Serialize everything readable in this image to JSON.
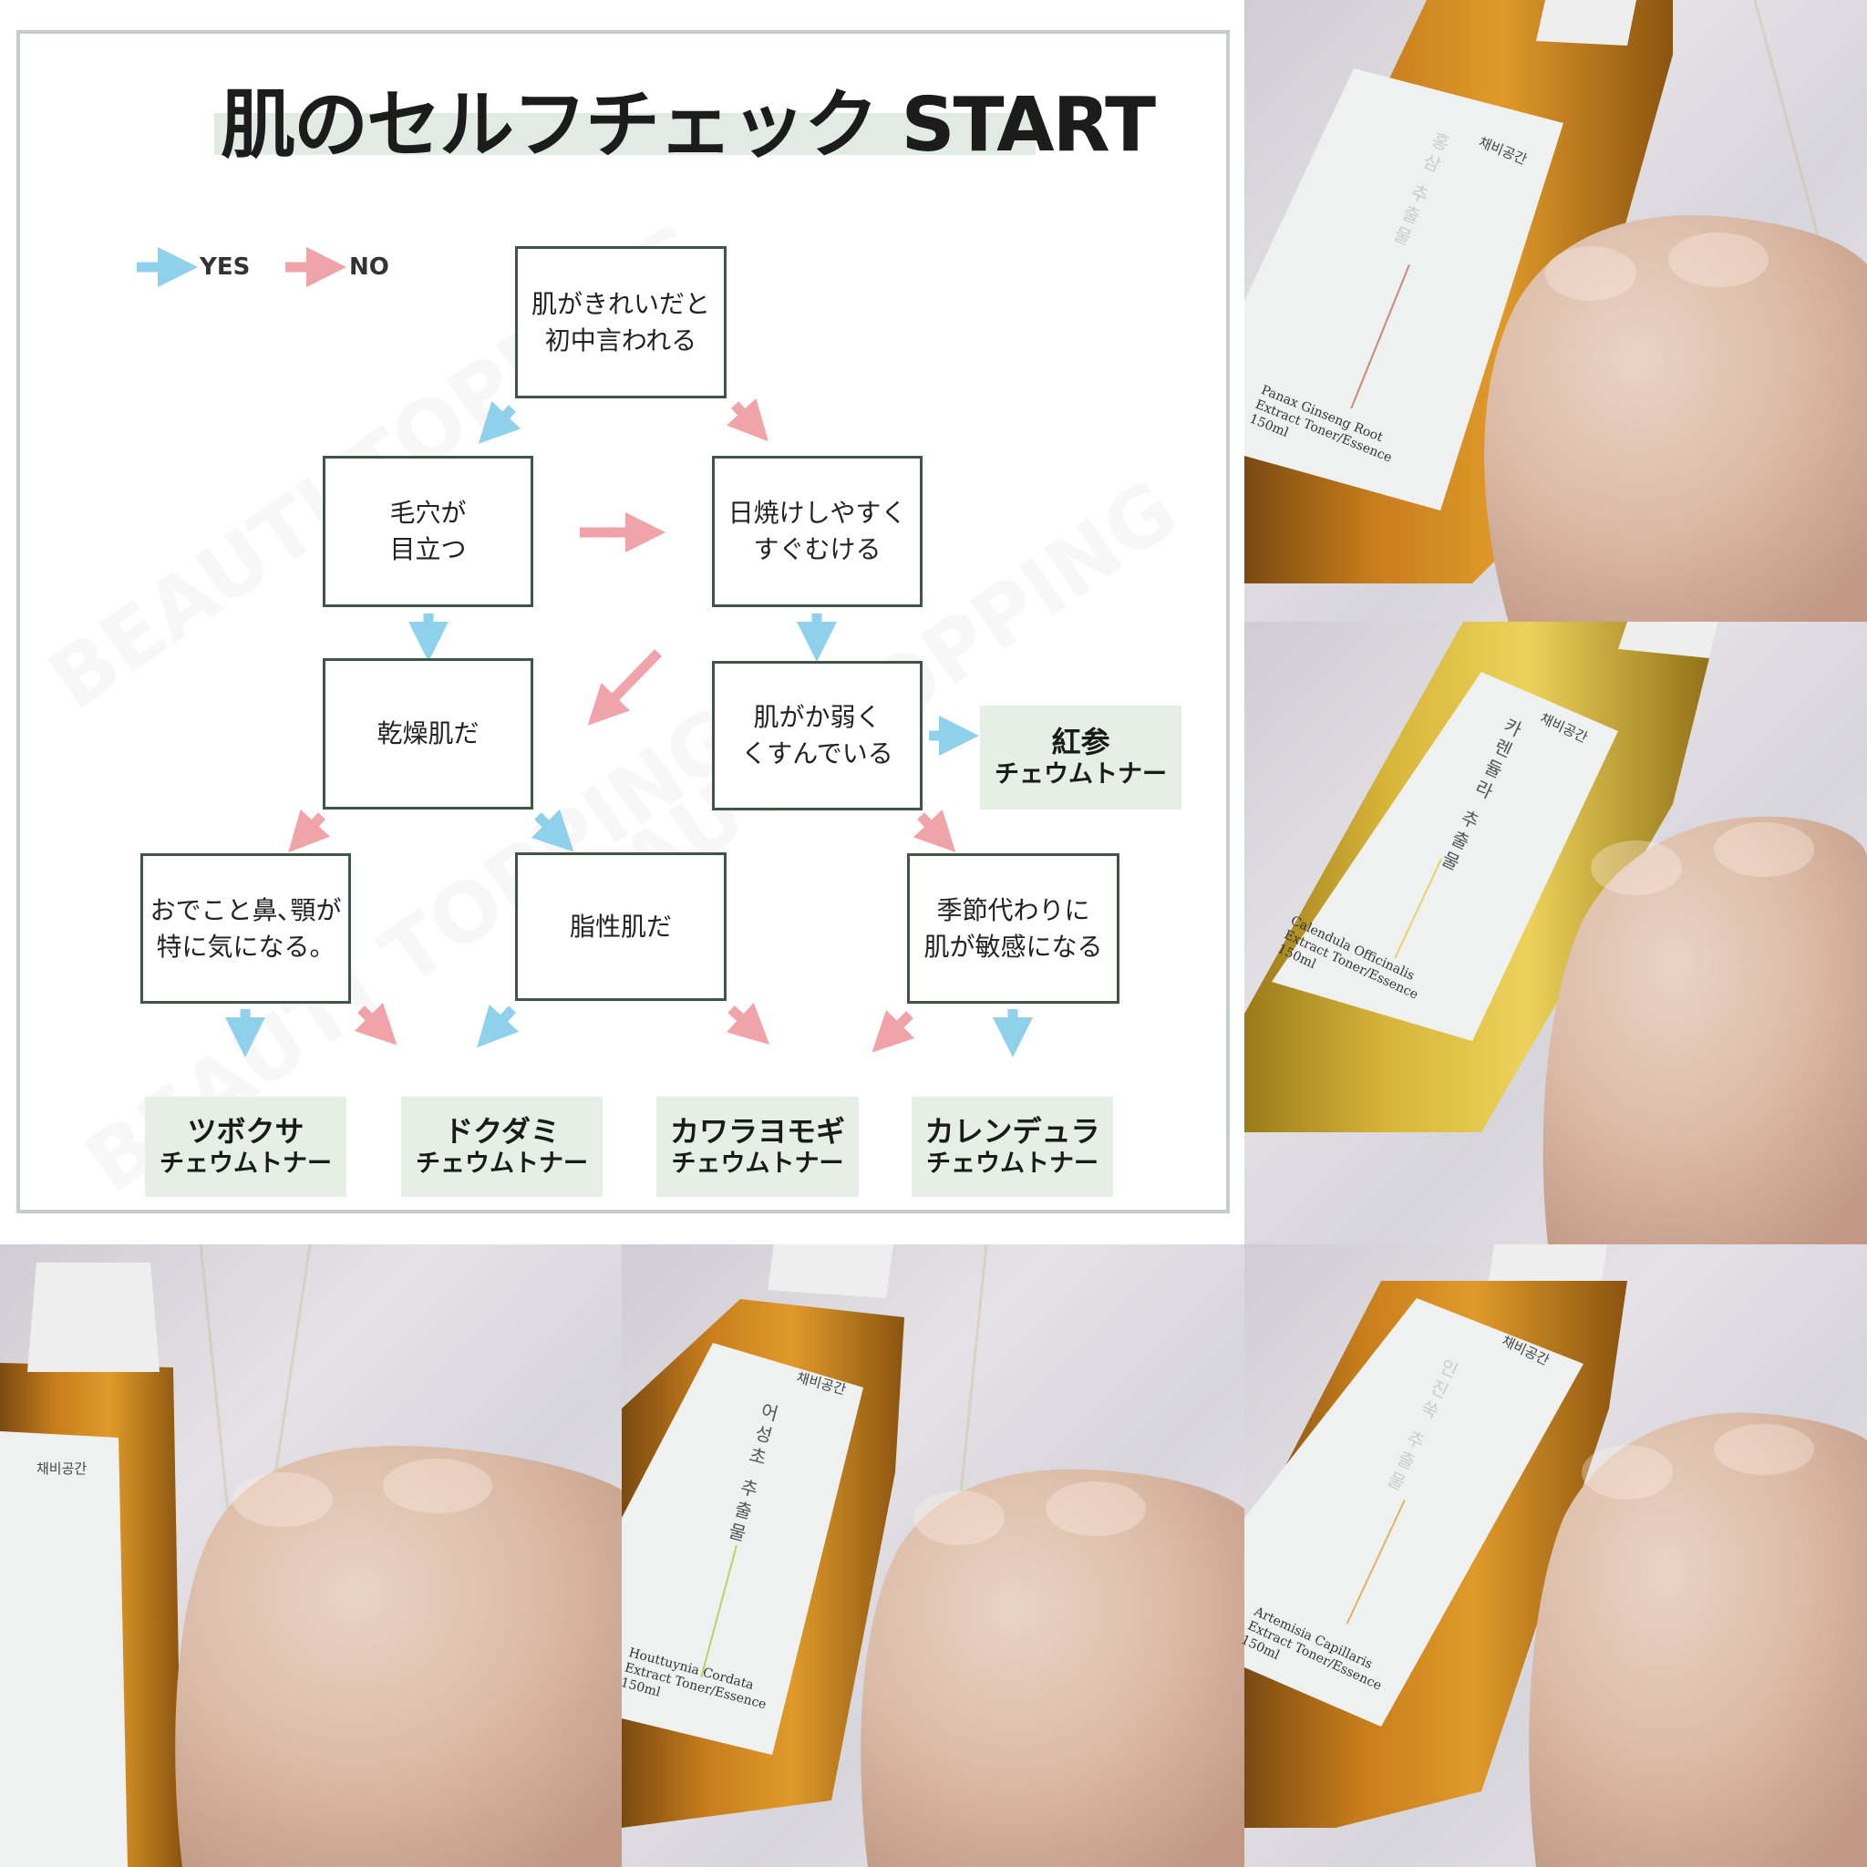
{
  "flowchart": {
    "title": "肌のセルフチェック START",
    "watermark": "BEAUTI TOPPING",
    "legend": {
      "yes": "YES",
      "no": "NO",
      "yes_color": "#8fd0ea",
      "no_color": "#f0a3a8"
    },
    "questions": [
      {
        "id": "q1",
        "text": "肌がきれいだと\n初中言われる"
      },
      {
        "id": "q2",
        "text": "毛穴が\n目立つ"
      },
      {
        "id": "q3",
        "text": "日焼けしやすく\nすぐむける"
      },
      {
        "id": "q4",
        "text": "乾燥肌だ"
      },
      {
        "id": "q5",
        "text": "肌がか弱く\nくすんでいる"
      },
      {
        "id": "q6",
        "text": "おでこと鼻､顎が\n特に気になる。"
      },
      {
        "id": "q7",
        "text": "脂性肌だ"
      },
      {
        "id": "q8",
        "text": "季節代わりに\n肌が敏感になる"
      }
    ],
    "results": [
      {
        "name": "紅参",
        "product": "チェウムトナー"
      },
      {
        "name": "ツボクサ",
        "product": "チェウムトナー"
      },
      {
        "name": "ドクダミ",
        "product": "チェウムトナー"
      },
      {
        "name": "カワラヨモギ",
        "product": "チェウムトナー"
      },
      {
        "name": "カレンデュラ",
        "product": "チェウムトナー"
      }
    ]
  },
  "photos": [
    {
      "brand": "채비공간",
      "korean": "홍삼 추출물",
      "english": "Panax Ginseng Root\nExtract Toner/Essence\n150ml",
      "line_color": "#c98a7a"
    },
    {
      "brand": "채비공간",
      "korean": "카렌듈라 추출물",
      "english": "Calendula Officinalis\nExtract Toner/Essence\n150ml",
      "line_color": "#e6d46a"
    },
    {
      "brand": "채비공간"
    },
    {
      "brand": "채비공간",
      "korean": "어성초 추출물",
      "english": "Houttuynia Cordata\nExtract Toner/Essence\n150ml",
      "line_color": "#b5d46a"
    },
    {
      "brand": "채비공간",
      "korean": "인진쑥 추출물",
      "english": "Artemisia Capillaris\nExtract Toner/Essence\n150ml",
      "line_color": "#d9b46a"
    }
  ]
}
